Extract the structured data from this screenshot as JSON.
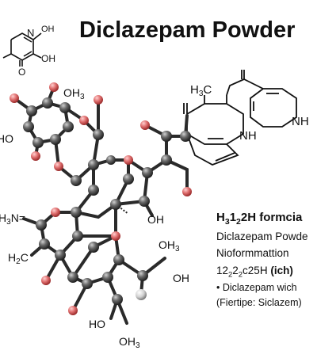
{
  "title": "Diclazepam Powder",
  "formula": {
    "a": "H",
    "b": "3",
    "c": "1",
    "d": "2",
    "e": "2H formcia"
  },
  "info": {
    "name": "Diclazepam Powde",
    "info_label": "Nioformmattion",
    "mass_pre": "12",
    "mass_s1": "2",
    "mass_mid": "2",
    "mass_s2": "2",
    "mass_post": "c25H",
    "mass_unit": "(ich)",
    "bullet": "• Diclazepam wich",
    "paren": "(Fiertipe: Siclazem)"
  },
  "atom_labels": {
    "n_oh": "N",
    "oh_sup": "OH",
    "oh_small": "OH",
    "o_small": "O",
    "oh3_top": "OH",
    "sub3": "3",
    "ho_left": "HO",
    "h3n": "H",
    "n_eq": "N",
    "h2c": "H",
    "c_h2": "C",
    "oh": "OH",
    "oh3_right": "OH",
    "ho_bottom": "HO",
    "oh3_bottom": "OH",
    "h3c_top": "H",
    "c_top": "C",
    "nh_right": "NH",
    "nh_mid": "NH"
  }
}
